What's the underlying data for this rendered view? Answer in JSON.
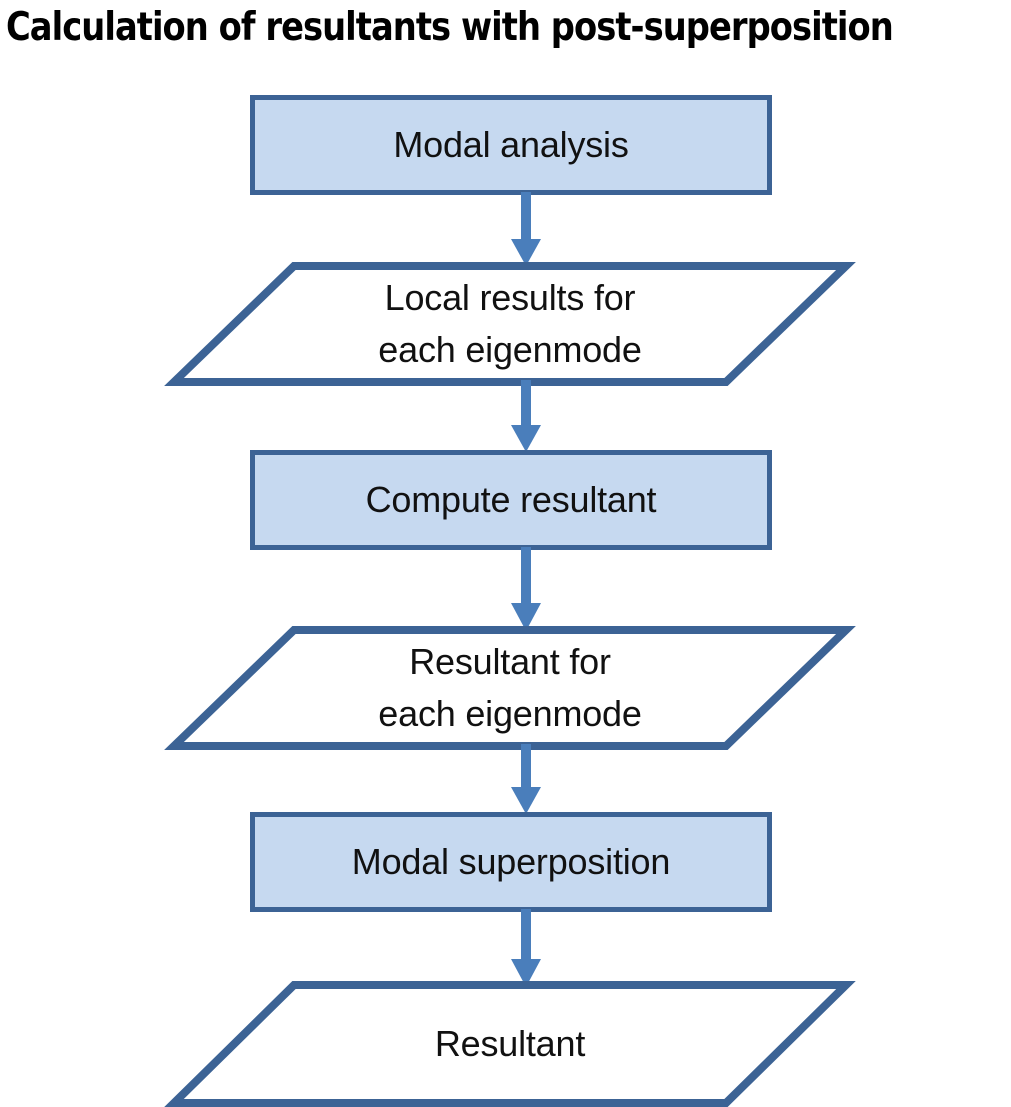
{
  "title": "Calculation of resultants with post-superposition",
  "colors": {
    "box_fill": "#c6d9f0",
    "box_border": "#3c6395",
    "shape_border": "#3c6395",
    "shape_fill": "#ffffff",
    "arrow": "#4a7ebb",
    "text": "#111111",
    "title_text": "#000000",
    "background": "#ffffff"
  },
  "flowchart": {
    "type": "flowchart",
    "orientation": "vertical-top-to-bottom",
    "nodes": [
      {
        "id": "modal-analysis",
        "shape": "process",
        "label": "Modal analysis"
      },
      {
        "id": "local-results",
        "shape": "data",
        "label": "Local results for\neach eigenmode"
      },
      {
        "id": "compute-resultant",
        "shape": "process",
        "label": "Compute resultant"
      },
      {
        "id": "resultant-per-mode",
        "shape": "data",
        "label": "Resultant for\neach eigenmode"
      },
      {
        "id": "modal-superposition",
        "shape": "process",
        "label": "Modal superposition"
      },
      {
        "id": "resultant",
        "shape": "data",
        "label": "Resultant"
      }
    ],
    "edges": [
      {
        "from": "modal-analysis",
        "to": "local-results",
        "style": "arrow-down"
      },
      {
        "from": "local-results",
        "to": "compute-resultant",
        "style": "arrow-down"
      },
      {
        "from": "compute-resultant",
        "to": "resultant-per-mode",
        "style": "arrow-down"
      },
      {
        "from": "resultant-per-mode",
        "to": "modal-superposition",
        "style": "arrow-down"
      },
      {
        "from": "modal-superposition",
        "to": "resultant",
        "style": "arrow-down"
      }
    ]
  }
}
